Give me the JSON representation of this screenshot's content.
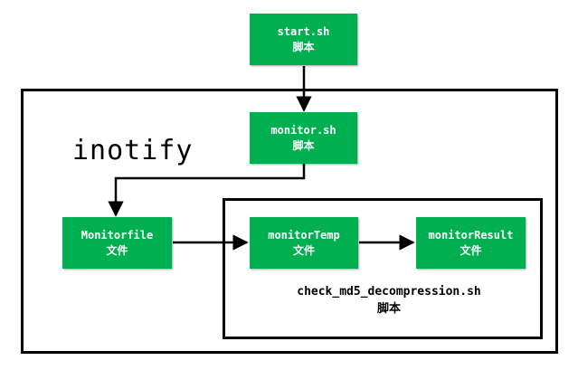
{
  "nodes": {
    "start": {
      "line1": "start.sh",
      "line2": "脚本"
    },
    "monitor": {
      "line1": "monitor.sh",
      "line2": "脚本"
    },
    "monitorfile": {
      "line1": "Monitorfile",
      "line2": "文件"
    },
    "monitor_temp": {
      "line1": "monitorTemp",
      "line2": "文件"
    },
    "monitor_result": {
      "line1": "monitorResult",
      "line2": "文件"
    }
  },
  "labels": {
    "inotify": "inotify",
    "check_script": {
      "line1": "check_md5_decompression.sh",
      "line2": "脚本"
    }
  },
  "edges": [
    {
      "from": "start",
      "to": "monitor"
    },
    {
      "from": "monitor",
      "to": "monitorfile"
    },
    {
      "from": "monitorfile",
      "to": "monitor_temp"
    },
    {
      "from": "monitor_temp",
      "to": "monitor_result"
    }
  ],
  "colors": {
    "node_fill": "#00b050",
    "node_text": "#ffffff",
    "line": "#000000"
  }
}
